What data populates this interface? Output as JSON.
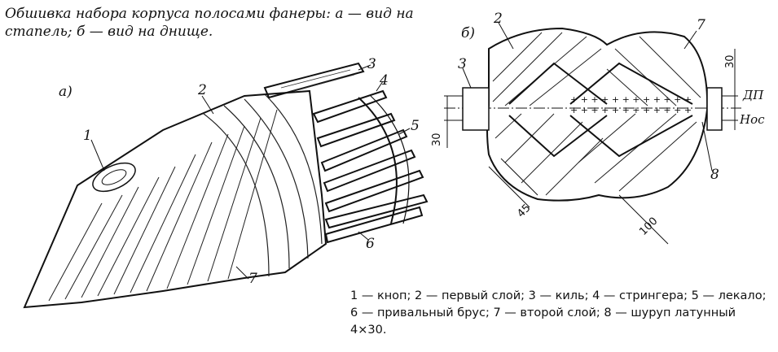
{
  "caption": "Обшивка набора корпуса полосами фанеры: а — вид на стапель; б — вид на днище.",
  "view_labels": {
    "a": "а)",
    "b": "б)"
  },
  "left_numbers": [
    "1",
    "2",
    "3",
    "4",
    "5",
    "6",
    "7"
  ],
  "right_numbers": [
    "2",
    "7",
    "3",
    "8"
  ],
  "dimensions": {
    "d30_left": "30",
    "d30_right": "30",
    "d45": "45",
    "d100": "100",
    "dp": "ДП",
    "nos": "Нос"
  },
  "legend": "1 — кноп; 2 — первый слой; 3 — киль; 4 — стрингера; 5 — лекало; 6 — привальный брус; 7 — второй слой; 8 — шуруп латунный 4×30."
}
